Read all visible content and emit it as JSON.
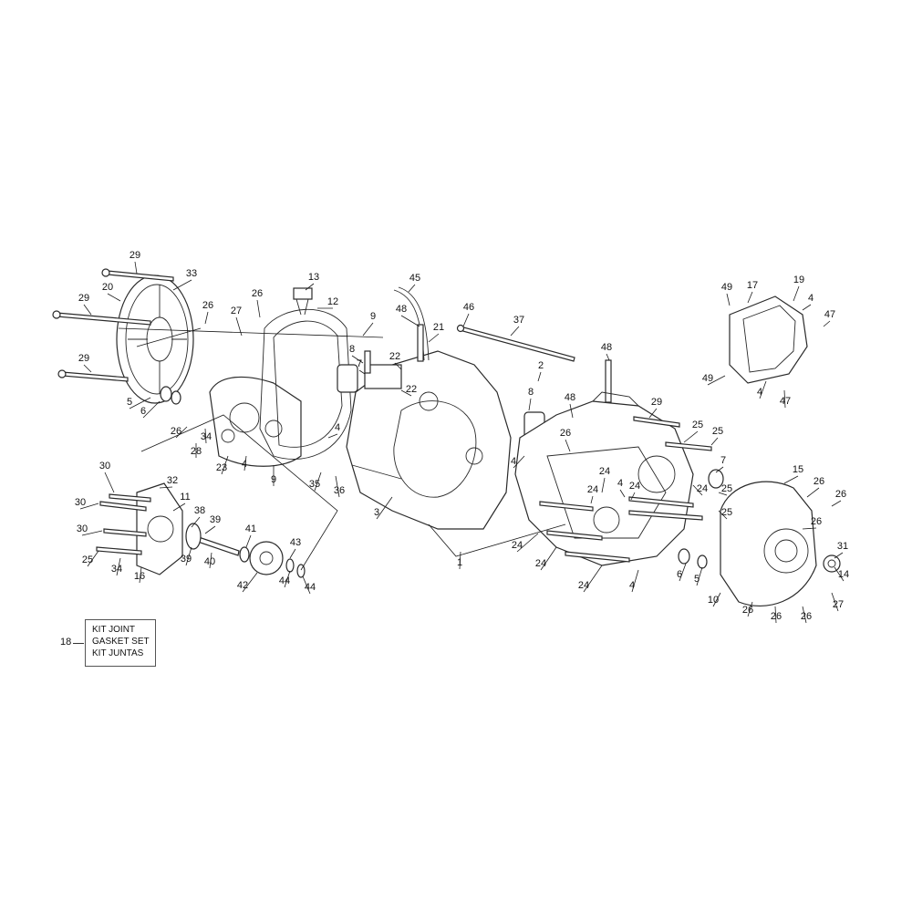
{
  "callouts": [
    "29",
    "33",
    "20",
    "29",
    "13",
    "12",
    "26",
    "26",
    "27",
    "29",
    "45",
    "48",
    "21",
    "46",
    "37",
    "49",
    "17",
    "19",
    "4",
    "47",
    "9",
    "8",
    "7",
    "22",
    "22",
    "2",
    "8",
    "48",
    "48",
    "26",
    "29",
    "25",
    "25",
    "5",
    "6",
    "26",
    "28",
    "34",
    "23",
    "4",
    "9",
    "4",
    "35",
    "36",
    "3",
    "4",
    "24",
    "7",
    "25",
    "25",
    "15",
    "26",
    "26",
    "26",
    "30",
    "32",
    "11",
    "30",
    "38",
    "39",
    "30",
    "41",
    "39",
    "40",
    "25",
    "34",
    "16",
    "43",
    "42",
    "44",
    "44",
    "1",
    "24",
    "24",
    "24",
    "24",
    "4",
    "6",
    "5",
    "10",
    "26",
    "26",
    "26",
    "31",
    "14",
    "27",
    "49",
    "4",
    "47",
    "24",
    "24",
    "4"
  ],
  "legend": {
    "ref": "18",
    "lines": [
      "KIT JOINT",
      "GASKET SET",
      "KIT JUNTAS"
    ]
  }
}
